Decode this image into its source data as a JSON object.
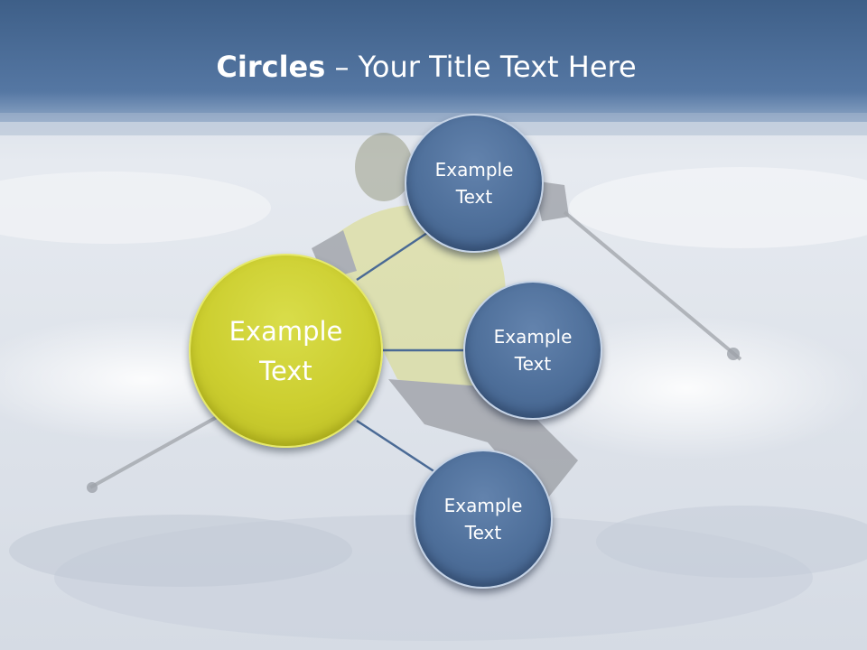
{
  "title": {
    "bold": "Circles",
    "rest": " – Your Title Text Here"
  },
  "center_node": {
    "label": "Example\nText"
  },
  "nodes": [
    {
      "label": "Example\nText"
    },
    {
      "label": "Example\nText"
    },
    {
      "label": "Example\nText"
    }
  ],
  "colors": {
    "header": "#4a6c97",
    "center_fill": "#ccce2f",
    "node_fill": "#4e6f9a",
    "connector": "#4a6a95"
  }
}
